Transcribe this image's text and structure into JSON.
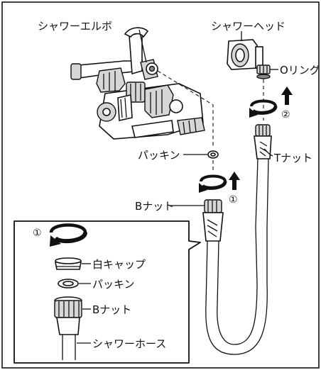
{
  "labels": {
    "shower_elbow": "シャワーエルボ",
    "shower_head": "シャワーヘッド",
    "o_ring": "Oリング",
    "packing_top": "パッキン",
    "t_nut": "Tナット",
    "b_nut_top": "Bナット",
    "white_cap": "白キャップ",
    "packing_detail": "パッキン",
    "b_nut_detail": "Bナット",
    "shower_hose": "シャワーホース"
  },
  "step_markers": {
    "step1_right": "①",
    "step2": "②",
    "step1_detail": "①"
  },
  "colors": {
    "line": "#111111",
    "part_fill": "#d6d6d6",
    "dark_fill": "#8a8a8a"
  },
  "icons": [
    "rotate-clockwise-arrow-icon",
    "up-arrow-icon"
  ]
}
